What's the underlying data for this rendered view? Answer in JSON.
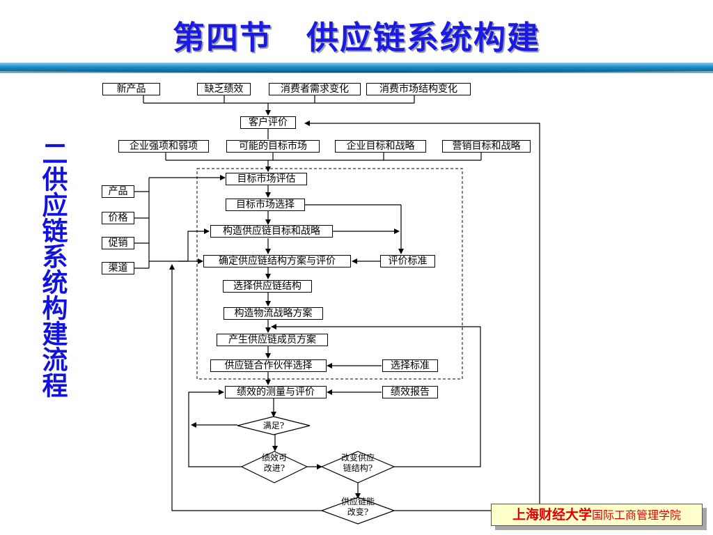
{
  "title": "第四节　供应链系统构建",
  "side_title": "二供应链系统构建流程",
  "flow": {
    "top_inputs": [
      "新产品",
      "缺乏绩效",
      "消费者需求变化",
      "消费市场结构变化"
    ],
    "customer_eval": "客户评价",
    "factors": [
      "企业强项和弱项",
      "可能的目标市场",
      "企业目标和战略",
      "营销目标和战略"
    ],
    "mix": [
      "产品",
      "价格",
      "促销",
      "渠道"
    ],
    "steps": [
      "目标市场评估",
      "目标市场选择",
      "构造供应链目标和战略",
      "确定供应链结构方案与评价",
      "选择供应链结构",
      "构造物流战略方案",
      "产生供应链成员方案",
      "供应链合作伙伴选择",
      "绩效的测量与评价"
    ],
    "eval_standard": "评价标准",
    "select_standard": "选择标准",
    "perf_report": "绩效报告",
    "decisions": {
      "satisfied": "满足?",
      "improvable": "绩效可\n改进?",
      "change_structure": "改变供应\n链结构?",
      "can_change": "供应链能\n改变?"
    }
  },
  "footer": {
    "university": "上海财经大学",
    "school": "国际工商管理学院"
  },
  "colors": {
    "title": "#1a1ae0",
    "side_title": "#1212dd",
    "footer_text": "#e00000",
    "footer_bg": "#ffffcc",
    "bar": "#1a7fb0"
  }
}
